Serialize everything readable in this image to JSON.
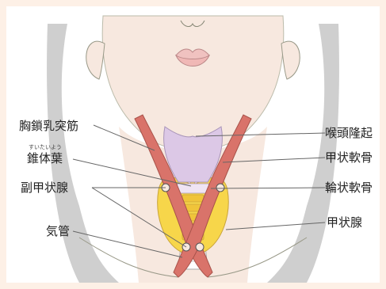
{
  "labels": {
    "sternocleidomastoid": "胸鎖乳突筋",
    "pyramidal_lobe": "錐体葉",
    "pyramidal_lobe_ruby": "すいたいよう",
    "parathyroid": "副甲状腺",
    "trachea": "気管",
    "laryngeal_prominence": "喉頭隆起",
    "thyroid_cartilage": "甲状軟骨",
    "cricoid_cartilage": "輪状軟骨",
    "thyroid_gland": "甲状腺"
  },
  "colors": {
    "background": "#fdf0e6",
    "panel": "#ffffff",
    "skin": "#f7e8df",
    "shadow": "#cfcfcf",
    "muscle": "#d9736a",
    "cartilage": "#dcc8e6",
    "thyroid": "#f7d64a",
    "trachea_ring": "#f0c43a",
    "lips": "#f0c2c0",
    "leader": "#666666"
  }
}
